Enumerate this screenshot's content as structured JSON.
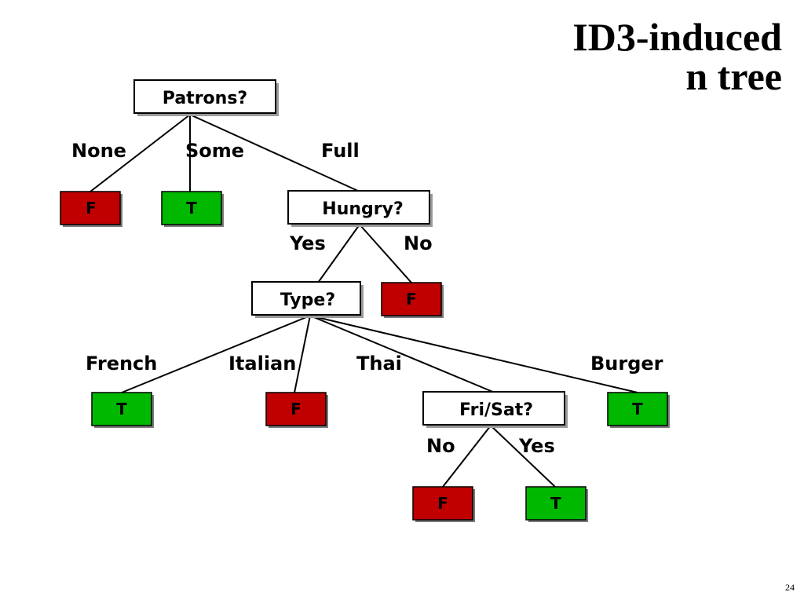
{
  "title": {
    "line1": "ID3-induced",
    "line2": "n tree"
  },
  "page_number": "24",
  "colors": {
    "false_leaf": "#c00000",
    "true_leaf": "#00b800",
    "decision_node": "#ffffff",
    "line": "#000000"
  },
  "nodes": {
    "patrons": "Patrons?",
    "hungry": "Hungry?",
    "type": "Type?",
    "frisat": "Fri/Sat?"
  },
  "leaves": {
    "patrons_none": "F",
    "patrons_some": "T",
    "hungry_no": "F",
    "type_french": "T",
    "type_italian": "F",
    "type_burger": "T",
    "frisat_no": "F",
    "frisat_yes": "T"
  },
  "edges": {
    "none": "None",
    "some": "Some",
    "full": "Full",
    "hungry_yes": "Yes",
    "hungry_no": "No",
    "french": "French",
    "italian": "Italian",
    "thai": "Thai",
    "burger": "Burger",
    "frisat_no": "No",
    "frisat_yes": "Yes"
  }
}
